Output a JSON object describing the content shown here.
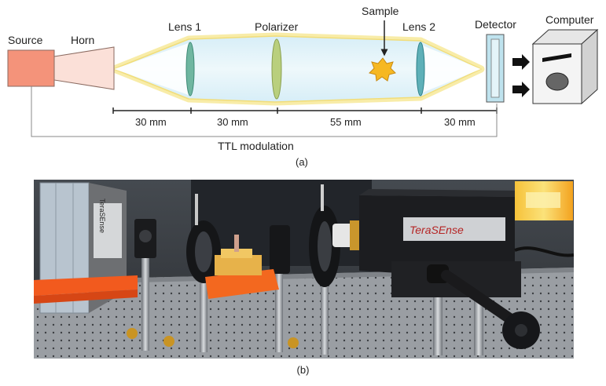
{
  "diagram": {
    "labels": {
      "source": "Source",
      "horn": "Horn",
      "lens1": "Lens 1",
      "polarizer": "Polarizer",
      "sample": "Sample",
      "lens2": "Lens 2",
      "detector": "Detector",
      "computer": "Computer"
    },
    "distances": [
      "30 mm",
      "30 mm",
      "55 mm",
      "30 mm"
    ],
    "modulation_label": "TTL modulation",
    "caption_a": "(a)"
  },
  "photo": {
    "brand_text": "TeraSEnse",
    "caption_b": "(b)"
  },
  "colors": {
    "source": "#f4937a",
    "horn": "#fbe0d8",
    "beam_glow": "#f7eaa0",
    "beam_fill": "#e3f3f8",
    "lens": "#6fb6a0",
    "polarizer": "#b9cf7d",
    "sample": "#f6b822",
    "detector": "#bfe3ee",
    "computer": "#f2f2f2"
  }
}
